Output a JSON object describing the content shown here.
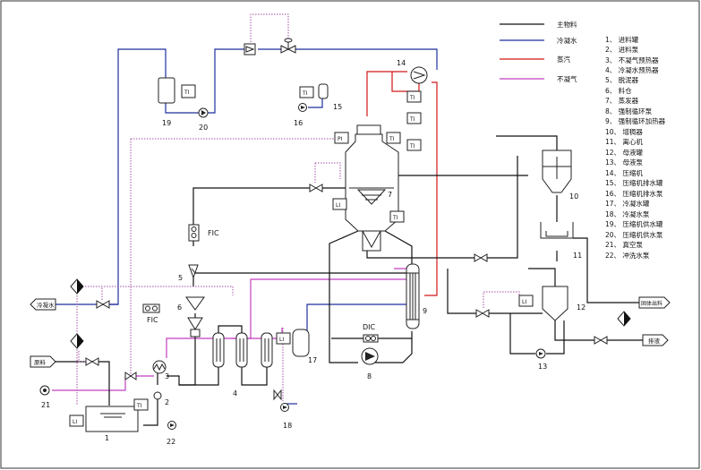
{
  "legend_lines": [
    {
      "label": "主物料",
      "color": "#111111"
    },
    {
      "label": "冷凝水",
      "color": "#1f2f9c"
    },
    {
      "label": "蒸汽",
      "color": "#d21717"
    },
    {
      "label": "不凝气",
      "color": "#c23fc2"
    }
  ],
  "equipment_list": [
    "1、 进料罐",
    "2、 进料泵",
    "3、 不凝气预热器",
    "4、 冷凝水预热器",
    "5、 脱泥器",
    "6、 料仓",
    "7、 蒸发器",
    "8、 强制循环泵",
    "9、 强制循环加热器",
    "10、 增稠器",
    "11、 离心机",
    "12、 母液罐",
    "13、 母液泵",
    "14、 压缩机",
    "15、 压缩机排水罐",
    "16、 压缩机排水泵",
    "17、 冷凝水罐",
    "18、 冷凝水泵",
    "19、 压缩机供水罐",
    "20、 压缩机供水泵",
    "21、 真空泵",
    "22、 冲洗水泵"
  ],
  "equipment_numbers": [
    "1",
    "2",
    "3",
    "4",
    "5",
    "6",
    "7",
    "8",
    "9",
    "10",
    "11",
    "12",
    "13",
    "14",
    "15",
    "16",
    "17",
    "18",
    "19",
    "20",
    "21",
    "22"
  ],
  "labels": {
    "fic_top": "FIC",
    "fic_mid": "FIC",
    "dic": "DIC",
    "feed": "原料",
    "condensate_out": "冷凝水",
    "solid_out": "固体出料",
    "liquid_out": "排液"
  },
  "instruments": {
    "ti": "TI",
    "pi": "PI",
    "li": "LI"
  }
}
